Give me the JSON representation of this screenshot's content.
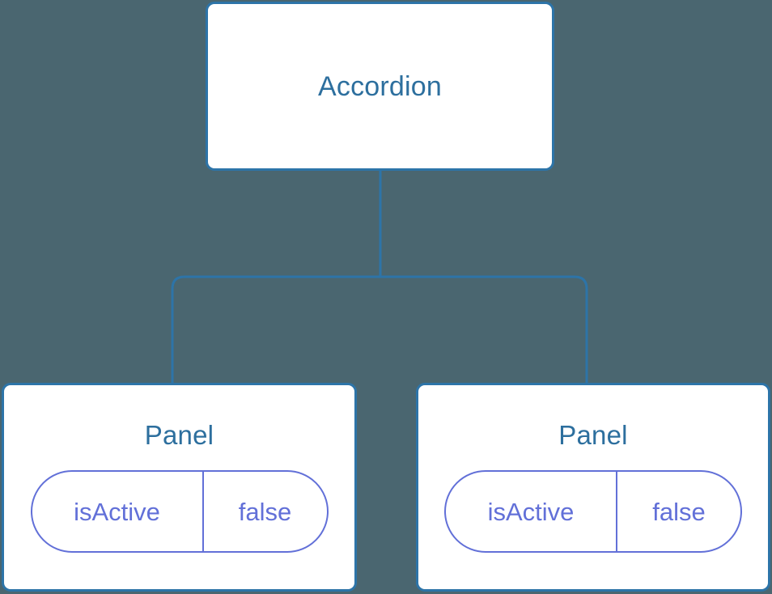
{
  "diagram": {
    "type": "component-tree",
    "background_color": "#4a6670",
    "node_border_color": "#2d74a8",
    "node_fill_color": "#ffffff",
    "title_text_color": "#2d6f9e",
    "prop_accent_color": "#6270d8",
    "edge_color": "#2d74a8",
    "root": {
      "title": "Accordion"
    },
    "children": [
      {
        "title": "Panel",
        "props": [
          {
            "key": "isActive",
            "value": "false"
          }
        ]
      },
      {
        "title": "Panel",
        "props": [
          {
            "key": "isActive",
            "value": "false"
          }
        ]
      }
    ]
  }
}
